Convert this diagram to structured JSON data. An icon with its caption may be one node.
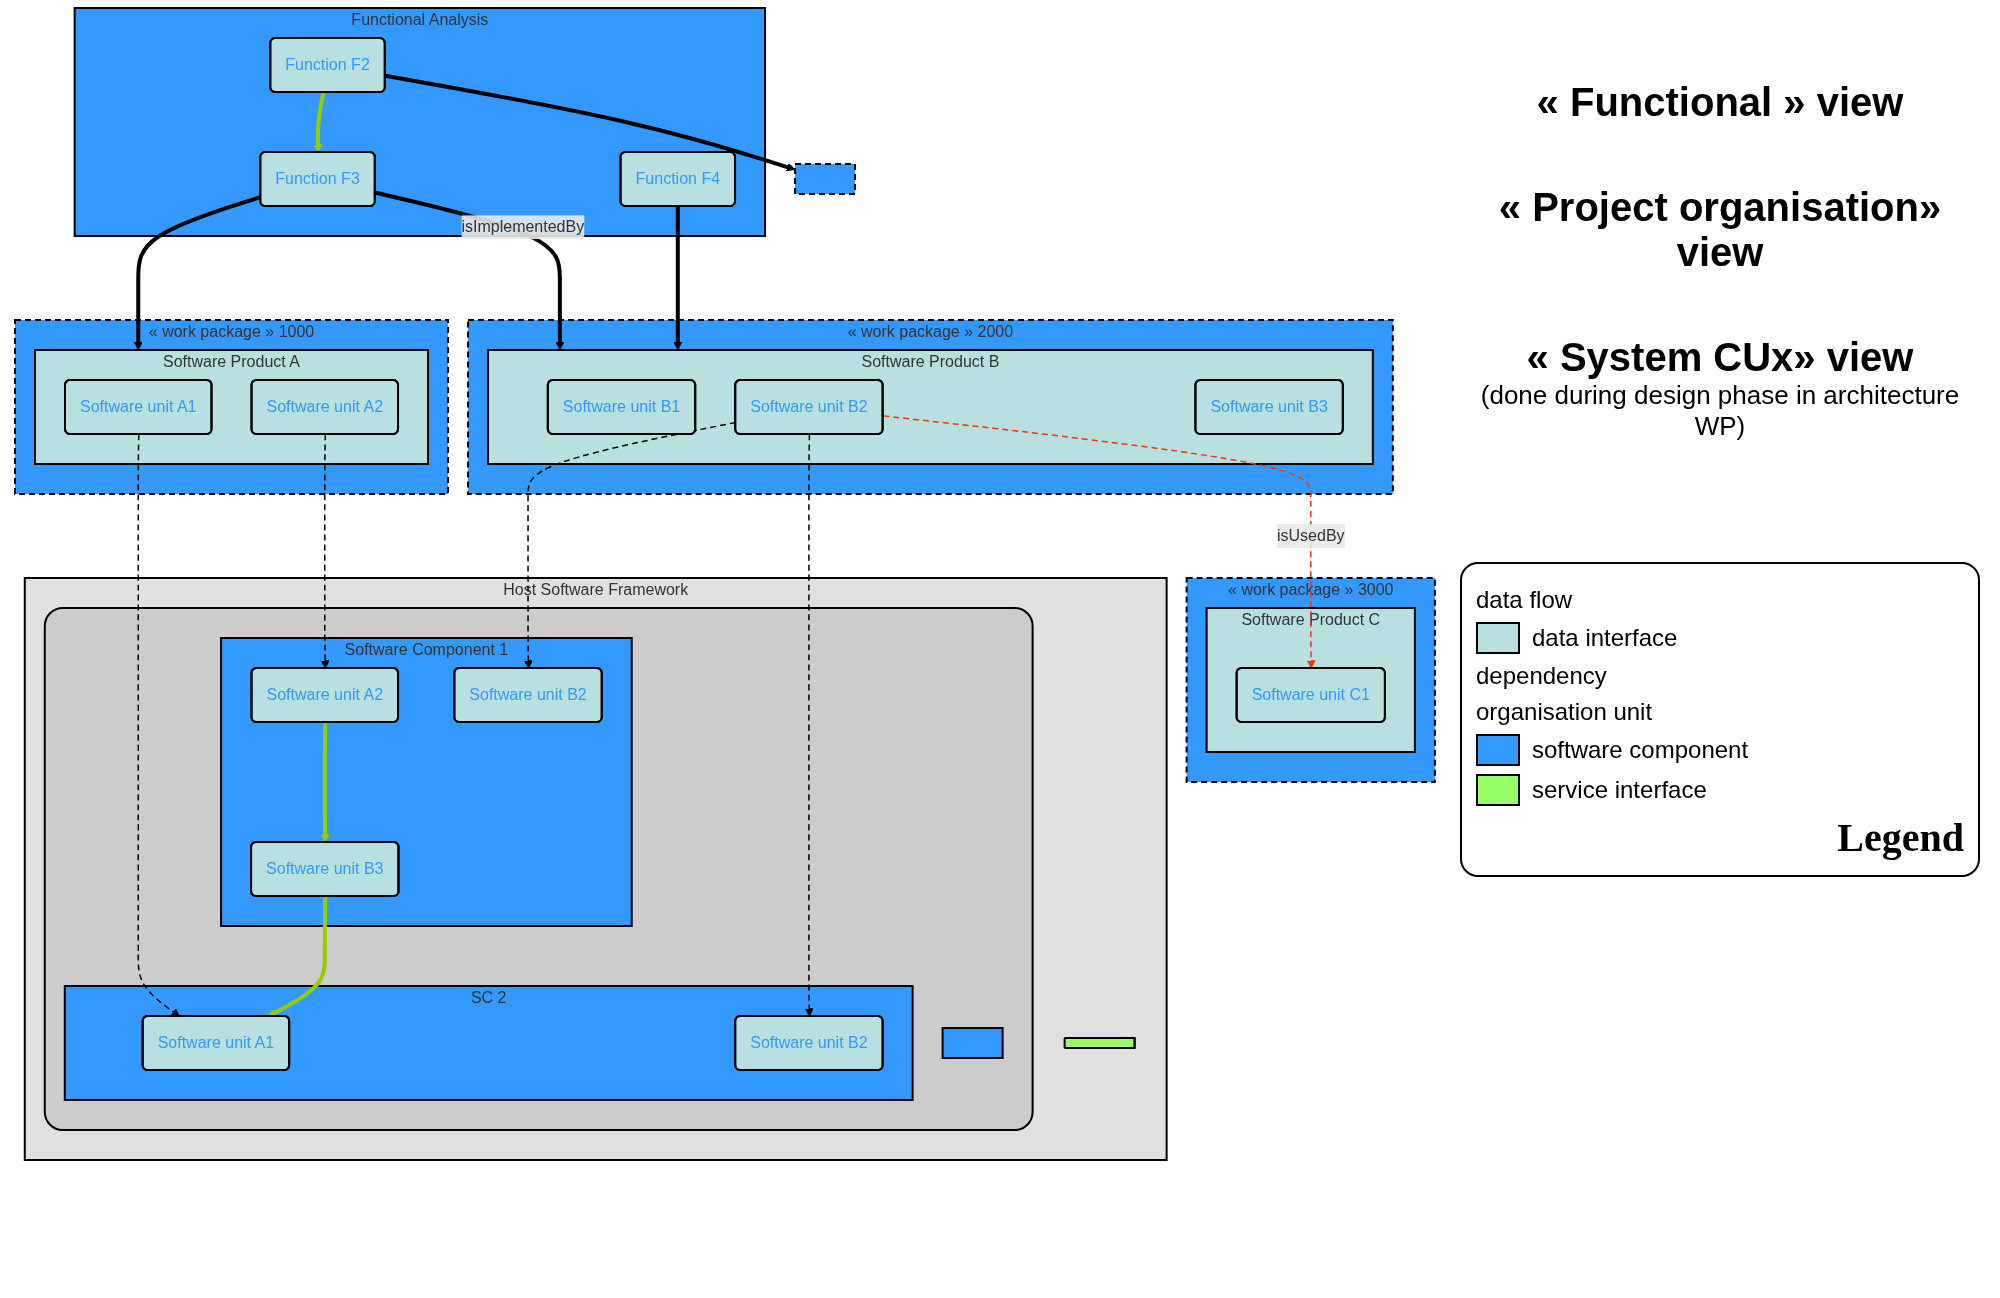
{
  "diagram": {
    "nodes": [
      {
        "text": [
          "Functional Analysis"
        ]
      },
      {
        "text": [
          "Function F2"
        ],
        "in": 0
      },
      {
        "text": [
          "Function F3"
        ],
        "in": 0
      },
      {
        "text": [
          "Function F4"
        ],
        "in": 0
      },
      {
        "text": [],
        "shape": "box"
      },
      {
        "text": [
          "« work package » 1000"
        ]
      },
      {
        "text": [
          "Software Product A"
        ],
        "in": 5
      },
      {
        "text": [
          "Software unit A1"
        ],
        "in": 6
      },
      {
        "text": [
          "Software unit A2"
        ],
        "in": 6
      },
      {
        "text": [
          "« work package » 2000"
        ]
      },
      {
        "text": [
          "Software Product B"
        ],
        "in": 9
      },
      {
        "text": [
          "Software unit B1"
        ],
        "in": 10
      },
      {
        "text": [
          "Software unit B2"
        ],
        "in": 10
      },
      {
        "text": [
          "Software unit B3"
        ],
        "in": 10
      },
      {
        "text": [
          "« work package » 3000"
        ]
      },
      {
        "text": [
          "Software Product C"
        ],
        "in": 14
      },
      {
        "text": [
          "Software unit C1"
        ],
        "in": 15
      },
      {
        "text": [
          "Host Software Framework"
        ]
      },
      {
        "text": [],
        "shape": "box",
        "in": 17
      },
      {
        "text": [
          "Software Component 1"
        ],
        "in": 18
      },
      {
        "text": [
          "Software unit A2"
        ],
        "in": 19
      },
      {
        "text": [
          "Software unit B3"
        ],
        "in": 19
      },
      {
        "text": [
          "Software unit B2"
        ],
        "in": 19
      },
      {
        "text": [
          "SC 2"
        ],
        "in": 18
      },
      {
        "text": [
          "Software unit A1"
        ],
        "in": 23
      },
      {
        "text": [
          "Software unit B2"
        ],
        "in": 23
      },
      {
        "text": [],
        "shape": "box",
        "in": 18
      },
      {
        "text": [],
        "shape": "bar",
        "in": 17
      }
    ],
    "edges": [
      {
        "from": 1,
        "to": 2,
        "arrow": "to",
        "color": "#99cc00"
      },
      {
        "from": 1,
        "to": 4,
        "arrow": "to"
      },
      {
        "from": 2,
        "to": 6,
        "arrow": "to"
      },
      {
        "from": 2,
        "to": 10,
        "arrow": "to",
        "label": "isImplementedBy"
      },
      {
        "from": 3,
        "to": 10,
        "arrow": "to"
      },
      {
        "from": 12,
        "to": 16,
        "arrow": "to",
        "style": "dashed",
        "color": "#ff3300",
        "label": "isUsedBy"
      },
      {
        "from": 7,
        "to": 24,
        "arrow": "to",
        "style": "dashed"
      },
      {
        "from": 8,
        "to": 20,
        "arrow": "to",
        "style": "dashed"
      },
      {
        "from": 12,
        "to": 22,
        "arrow": "to",
        "style": "dashed"
      },
      {
        "from": 12,
        "to": 25,
        "arrow": "to",
        "style": "dashed"
      },
      {
        "from": 20,
        "to": 21,
        "arrow": "to",
        "color": "#99cc00"
      },
      {
        "from": 21,
        "to": 24,
        "arrow": "to",
        "color": "#99cc00"
      }
    ],
    "labels": [
      "« Functional » view",
      "« Project organisation» view",
      "« System CUx» view",
      "(done during design phase in architecture WP)",
      "Legend"
    ],
    "legend": [
      {
        "text": "data flow"
      },
      {
        "text": "data interface",
        "color": "#b8e0e0"
      },
      {
        "text": "dependency"
      },
      {
        "text": "organisation unit"
      },
      {
        "text": "software component",
        "color": "#3399ff"
      },
      {
        "text": "service interface",
        "color": "#99ff66"
      }
    ]
  }
}
